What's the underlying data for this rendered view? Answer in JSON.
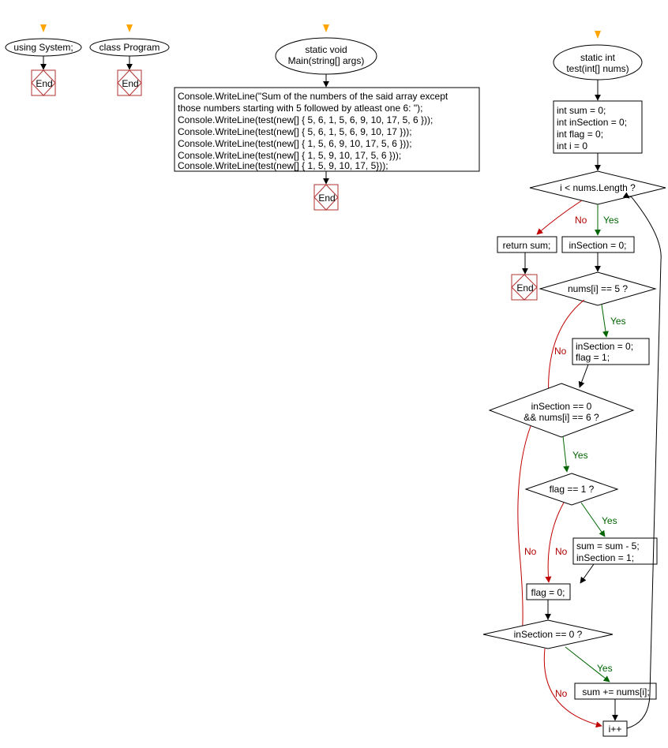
{
  "colors": {
    "start_marker": "#ffa500",
    "yes": "#006400",
    "no": "#c00000",
    "end": "#b03030",
    "line": "#000000"
  },
  "nodes": {
    "using_system": "using System;",
    "class_program": "class Program",
    "end_label": "End",
    "main_decl": [
      "static void",
      "Main(string[] args)"
    ],
    "main_body": [
      "Console.WriteLine(\"Sum of the numbers of the said array except",
      "those numbers starting with 5 followed by atleast one 6: \");",
      "Console.WriteLine(test(new[] { 5, 6, 1, 5, 6, 9, 10, 17, 5, 6 }));",
      "Console.WriteLine(test(new[] { 5, 6, 1, 5, 6, 9, 10, 17 }));",
      "Console.WriteLine(test(new[] { 1, 5, 6, 9, 10, 17, 5, 6 }));",
      "Console.WriteLine(test(new[] { 1, 5, 9, 10, 17, 5, 6 }));",
      "Console.WriteLine(test(new[] { 1, 5, 9, 10, 17, 5}));"
    ],
    "test_decl": [
      "static int",
      "test(int[] nums)"
    ],
    "test_init": [
      "int sum = 0;",
      "int inSection = 0;",
      "int flag = 0;",
      "int i = 0"
    ],
    "loop_cond": "i < nums.Length ?",
    "return_sum": "return sum;",
    "reset_section": "inSection = 0;",
    "check_five": "nums[i] == 5 ?",
    "set_flag": [
      "inSection = 0;",
      "flag = 1;"
    ],
    "check_six": [
      "inSection == 0",
      "&& nums[i] == 6 ?"
    ],
    "check_flag": "flag == 1 ?",
    "subtract_five": [
      "sum = sum - 5;",
      "inSection = 1;"
    ],
    "clear_flag": "flag = 0;",
    "check_section": "inSection == 0 ?",
    "add_sum": "sum += nums[i];",
    "increment": "i++"
  },
  "edge_labels": {
    "yes": "Yes",
    "no": "No"
  }
}
